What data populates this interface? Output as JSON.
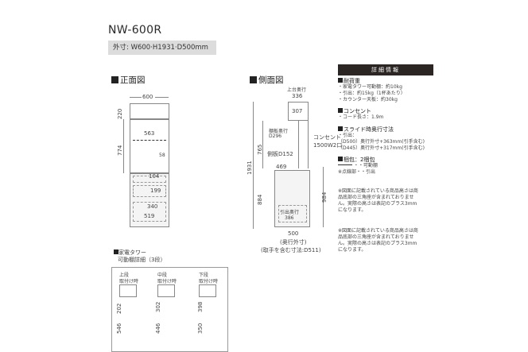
{
  "header": {
    "model": "NW-600R",
    "dimensions": "外寸: W600·H1931·D500mm"
  },
  "front_view": {
    "title": "正面図",
    "width": "600",
    "top_height": "220",
    "upper_height": "774",
    "inner_width": "563",
    "outlet_offset": "58",
    "drawer1_depth": "104",
    "drawer1_height": "199",
    "drawer2_depth": "340",
    "drawer2_width": "519"
  },
  "side_view": {
    "title": "側面図",
    "top_depth_label": "上台奥行",
    "top_depth": "336",
    "inner_depth": "307",
    "shelf_depth_label": "棚板奥行",
    "shelf_depth": "D296",
    "outlet_label": "コンセント",
    "outlet_spec": "1500W2口",
    "side_panel": "側板D152",
    "total_height": "1931",
    "upper_height": "765",
    "lower_height": "884",
    "counter_height": "984",
    "counter_depth": "469",
    "drawer_depth_label": "引出奥行",
    "drawer_depth": "386",
    "depth": "500",
    "depth_label": "(奥行外寸)",
    "depth_note": "(取手を含む寸法:D511)"
  },
  "detail_section": {
    "title_line1": "家電タワー",
    "title_line2": "可動棚詳細（3段）",
    "columns": [
      {
        "label": "上段",
        "sub": "取付け時",
        "upper": "202",
        "lower": "546"
      },
      {
        "label": "中段",
        "sub": "取付け時",
        "upper": "302",
        "lower": "446"
      },
      {
        "label": "下段",
        "sub": "取付け時",
        "upper": "398",
        "lower": "350"
      }
    ]
  },
  "info_panel": {
    "header": "詳細情報",
    "load_title": "耐荷重",
    "load_items": [
      "・家電タワー可動棚：約10kg",
      "・引出：約15kg（1杯あたり）",
      "・カウンター天板：約30kg"
    ],
    "outlet_title": "コンセント",
    "outlet_items": [
      "・コード長さ：1.9m"
    ],
    "slide_title": "スライド時奥行寸法",
    "slide_items": [
      "・引出：",
      "（D500）奥行外寸+363mm(引手含む)",
      "（D445）奥行外寸+317mm(引手含む)"
    ],
    "package_title": "梱包：2梱包",
    "legend_solid": "・・可動棚",
    "legend_dotted": "※点線部・・引出",
    "note1": "※図面に記載されている商品高さは商品底部の三角座が含まれておりません。実際の高さは表記のプラス3mmになります。",
    "note2": "※図面に記載されている商品高さは商品底部の三角座が含まれておりません。実際の高さは表記のプラス3mmになります。"
  }
}
